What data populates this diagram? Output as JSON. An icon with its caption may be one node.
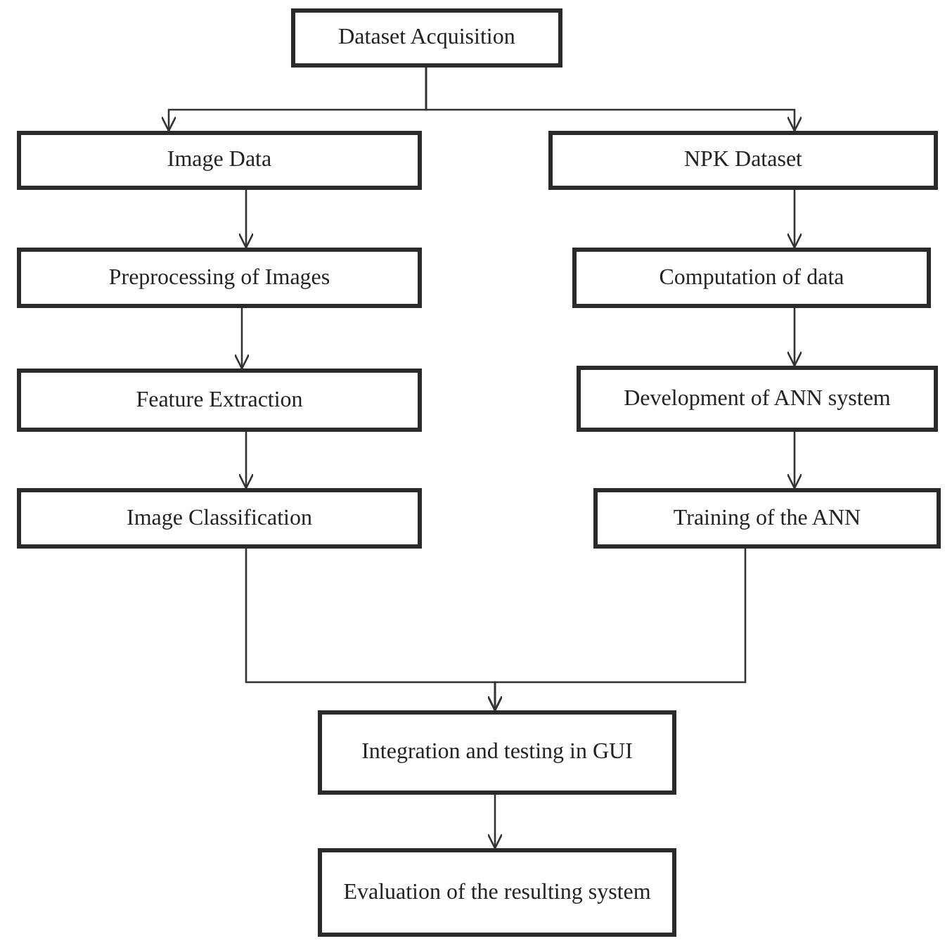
{
  "diagram": {
    "nodes": [
      {
        "text": [
          "Dataset Acquisition"
        ]
      },
      {
        "text": [
          "Image Data"
        ]
      },
      {
        "text": [
          "NPK Dataset"
        ]
      },
      {
        "text": [
          "Preprocessing of Images"
        ]
      },
      {
        "text": [
          "Computation of data"
        ]
      },
      {
        "text": [
          "Feature Extraction"
        ]
      },
      {
        "text": [
          "Development of ANN system"
        ]
      },
      {
        "text": [
          "Image Classification"
        ]
      },
      {
        "text": [
          "Training of the ANN"
        ]
      },
      {
        "text": [
          "Integration and testing in GUI"
        ]
      },
      {
        "text": [
          "Evaluation of the resulting system"
        ]
      }
    ],
    "edges": [
      {
        "from": 0,
        "to": 1,
        "arrow": "to"
      },
      {
        "from": 0,
        "to": 2,
        "arrow": "to"
      },
      {
        "from": 1,
        "to": 3,
        "arrow": "to"
      },
      {
        "from": 2,
        "to": 4,
        "arrow": "to"
      },
      {
        "from": 3,
        "to": 5,
        "arrow": "to"
      },
      {
        "from": 4,
        "to": 6,
        "arrow": "to"
      },
      {
        "from": 5,
        "to": 7,
        "arrow": "to"
      },
      {
        "from": 6,
        "to": 8,
        "arrow": "to"
      },
      {
        "from": 7,
        "to": 9,
        "arrow": "to"
      },
      {
        "from": 8,
        "to": 9,
        "arrow": "to"
      },
      {
        "from": 9,
        "to": 10,
        "arrow": "to"
      }
    ]
  }
}
